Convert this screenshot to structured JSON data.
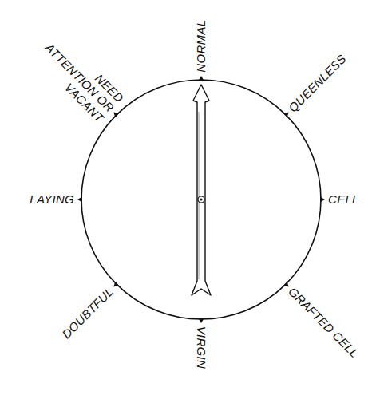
{
  "diagram": {
    "labels": [
      "NORMAL",
      "QUEENLESS",
      "CELL",
      "GRAFTED CELL",
      "VIRGIN",
      "DOUBTFUL",
      "LAYING",
      "NEED ATTENTION OR VACANT"
    ]
  }
}
